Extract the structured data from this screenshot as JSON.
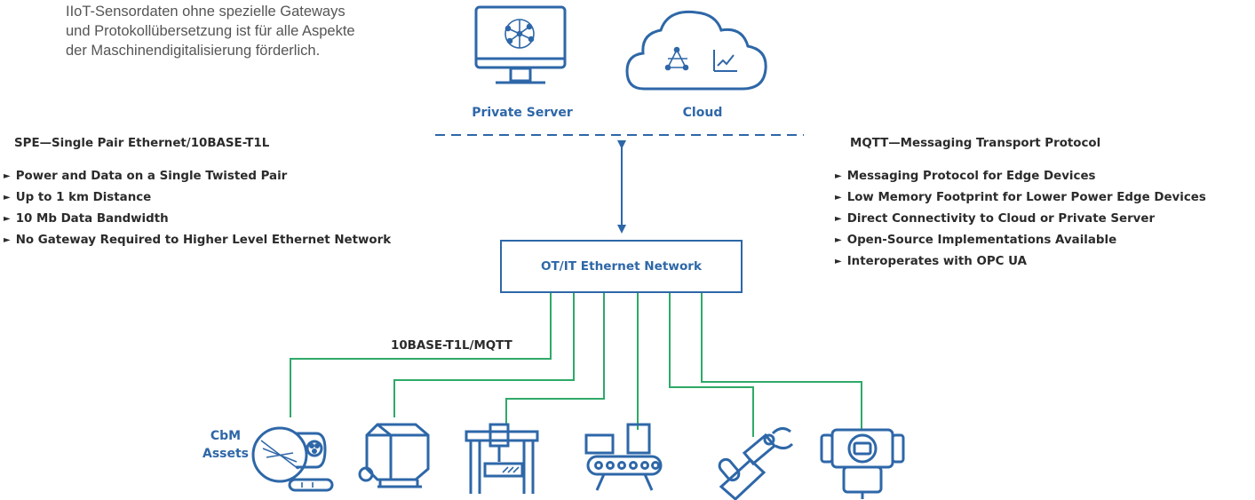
{
  "caption": {
    "lines": [
      "IIoT-Sensordaten ohne spezielle Gateways",
      "und Protokollübersetzung ist für alle Aspekte",
      "der Maschinendigitalisierung förderlich."
    ]
  },
  "top": {
    "private_server": "Private Server",
    "cloud": "Cloud"
  },
  "spe": {
    "title": "SPE—Single Pair Ethernet/10BASE-T1L",
    "items": [
      "Power and Data on a Single Twisted Pair",
      "Up to 1 km Distance",
      "10 Mb Data Bandwidth",
      "No Gateway Required to Higher Level Ethernet Network"
    ]
  },
  "mqtt": {
    "title": "MQTT—Messaging Transport Protocol",
    "items": [
      "Messaging Protocol for Edge Devices",
      "Low Memory Footprint for Lower Power Edge Devices",
      "Direct Connectivity to Cloud or Private Server",
      "Open-Source Implementations Available",
      "Interoperates with OPC UA"
    ]
  },
  "network": {
    "label": "OT/IT Ethernet Network"
  },
  "link_label": "10BASE-T1L/MQTT",
  "assets": {
    "line1": "CbM",
    "line2": "Assets"
  },
  "bullet_glyph": "►",
  "colors": {
    "blue": "#2e67a8",
    "green": "#2fa968",
    "text": "#2b2b2b"
  }
}
